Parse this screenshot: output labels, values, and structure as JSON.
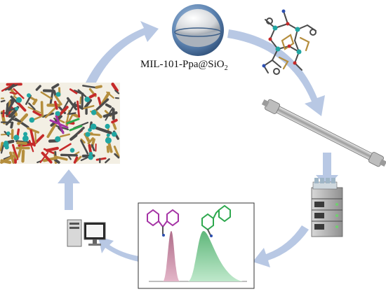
{
  "label": {
    "main": "MIL-101-Ppa@SiO",
    "subscript": "2"
  },
  "colors": {
    "arrow": "#b8c8e4",
    "sphere_shell": "#5f86b4",
    "sphere_core": "#d3d6da",
    "peak_left": "#c98aa6",
    "peak_right": "#86cf9c",
    "mof_tan": "#b58e3d",
    "mof_gray": "#4b4b4b",
    "mof_red": "#c62a2a",
    "mof_teal": "#21a6a2"
  },
  "icons": [
    "core-shell-sphere",
    "mof-molecular-structure",
    "hplc-column",
    "hplc-instrument",
    "chromatogram-with-enantiomers",
    "computer-workstation",
    "mof-crystal-packing"
  ]
}
